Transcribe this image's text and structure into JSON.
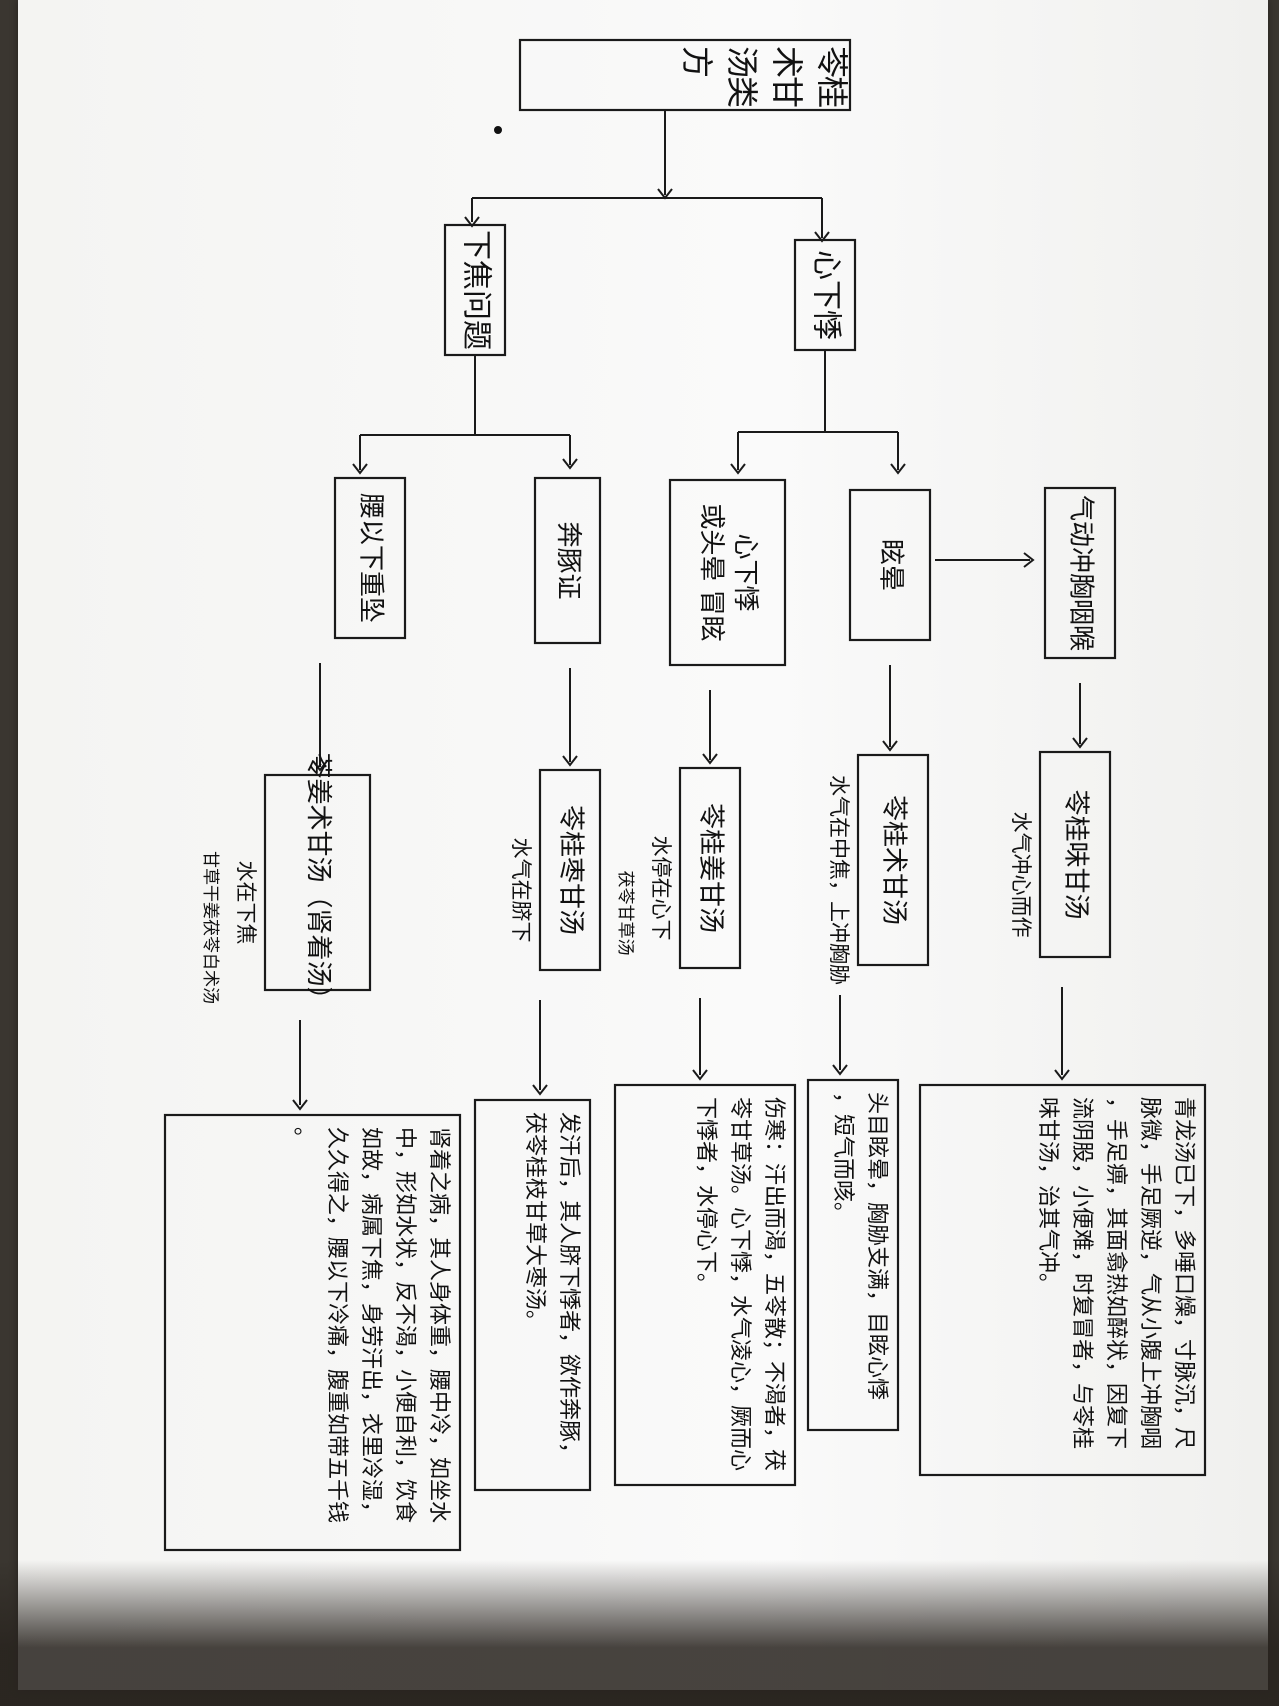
{
  "diagram": {
    "root": "苓桂术甘汤类方",
    "level1": [
      "心下悸",
      "下焦问题"
    ],
    "nodes": [
      {
        "id": "qichong",
        "label": "气动冲胸咽喉"
      },
      {
        "id": "xuanyun",
        "label": "眩晕"
      },
      {
        "id": "xinji",
        "label": "心下悸\n或头晕 冒眩"
      },
      {
        "id": "qixu",
        "label": "奔豚证"
      },
      {
        "id": "yaobing",
        "label": "腰以下重坠"
      }
    ],
    "formulas": [
      {
        "id": "f_wei",
        "name": "苓桂味甘汤",
        "note": "水气冲心而作"
      },
      {
        "id": "f_zhu",
        "name": "苓桂术甘汤",
        "note": "水气在中焦，上冲胸胁"
      },
      {
        "id": "f_jiang",
        "name": "苓桂姜甘汤",
        "note": "水停在心下",
        "side": "茯苓甘草汤"
      },
      {
        "id": "f_zao",
        "name": "苓桂枣甘汤",
        "note": "水气在脐下"
      },
      {
        "id": "f_gan",
        "name": "苓姜术甘汤（肾着汤）",
        "note": "水在下焦",
        "side": "甘草干姜茯苓白术汤"
      }
    ],
    "details": [
      "青龙汤已下，多唾口燥，寸脉沉，尺脉微，手足厥逆，气从小腹上冲胸咽，手足痹，其面翕热如醉状，因复下流阴股，小便难，时复冒者，与苓桂味甘汤，治其气冲。",
      "头目眩晕，胸胁支满，目眩心悸，短气而咳。",
      "伤寒：汗出而渴，五苓散；不渴者，茯苓甘草汤。心下悸，水气凌心，厥而心下悸者，水停心下。",
      "发汗后，其人脐下悸者，欲作奔豚，茯苓桂枝甘草大枣汤。",
      "肾着之病，其人身体重，腰中冷，如坐水中，形如水状，反不渴，小便自利，饮食如故，病属下焦，身劳汗出，衣里冷湿，久久得之，腰以下冷痛，腹重如带五千钱。"
    ]
  }
}
